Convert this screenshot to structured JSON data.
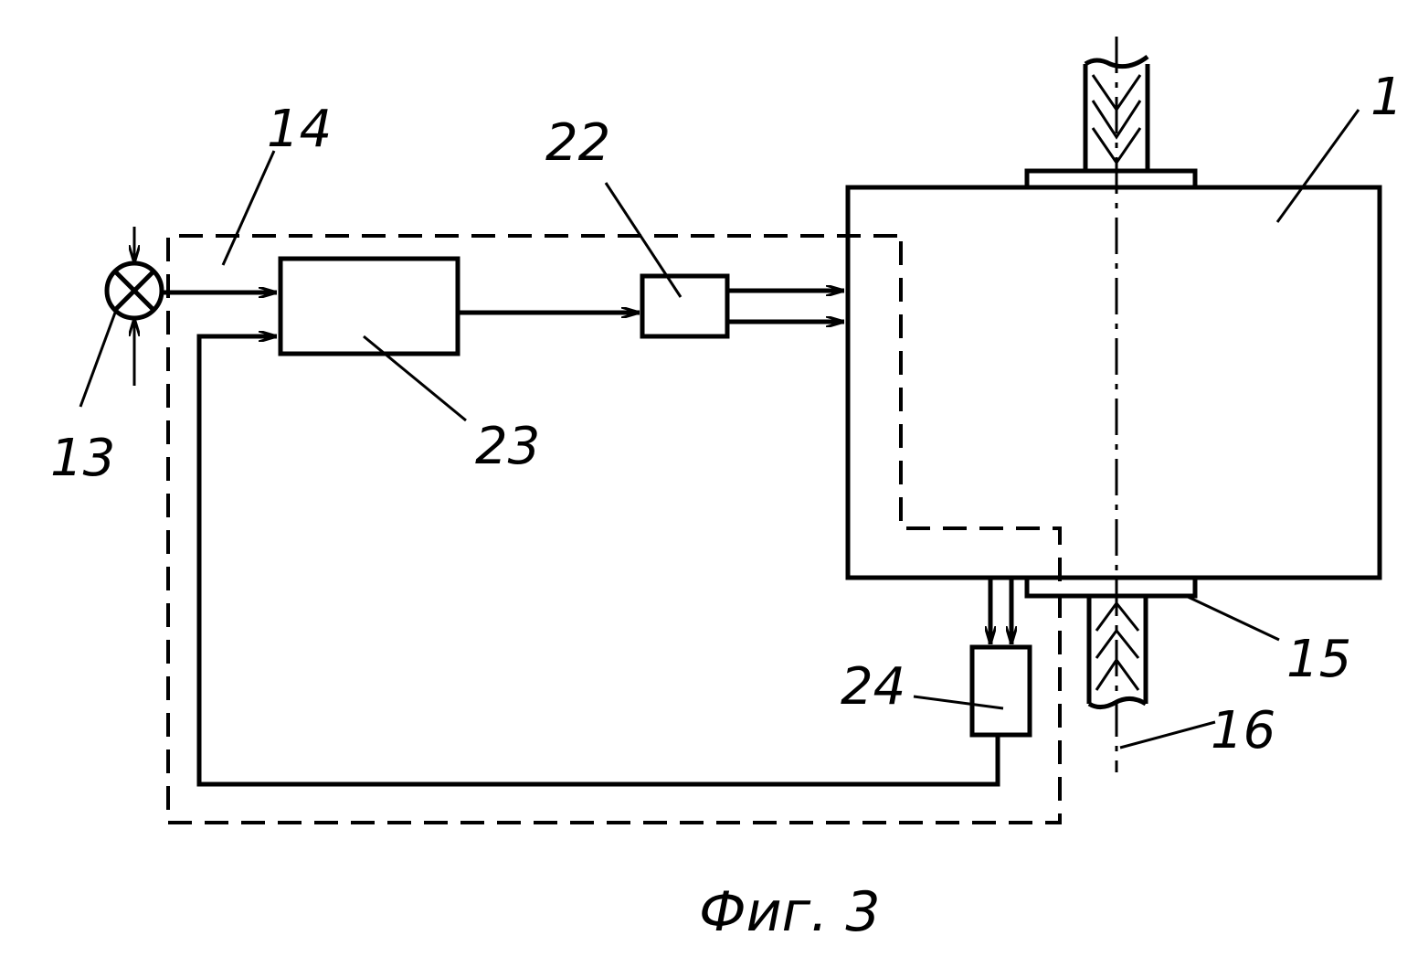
{
  "labels": {
    "item_1": "1",
    "item_13": "13",
    "item_14": "14",
    "item_15": "15",
    "item_16": "16",
    "item_22": "22",
    "item_23": "23",
    "item_24": "24"
  },
  "caption": "Фиг. 3"
}
